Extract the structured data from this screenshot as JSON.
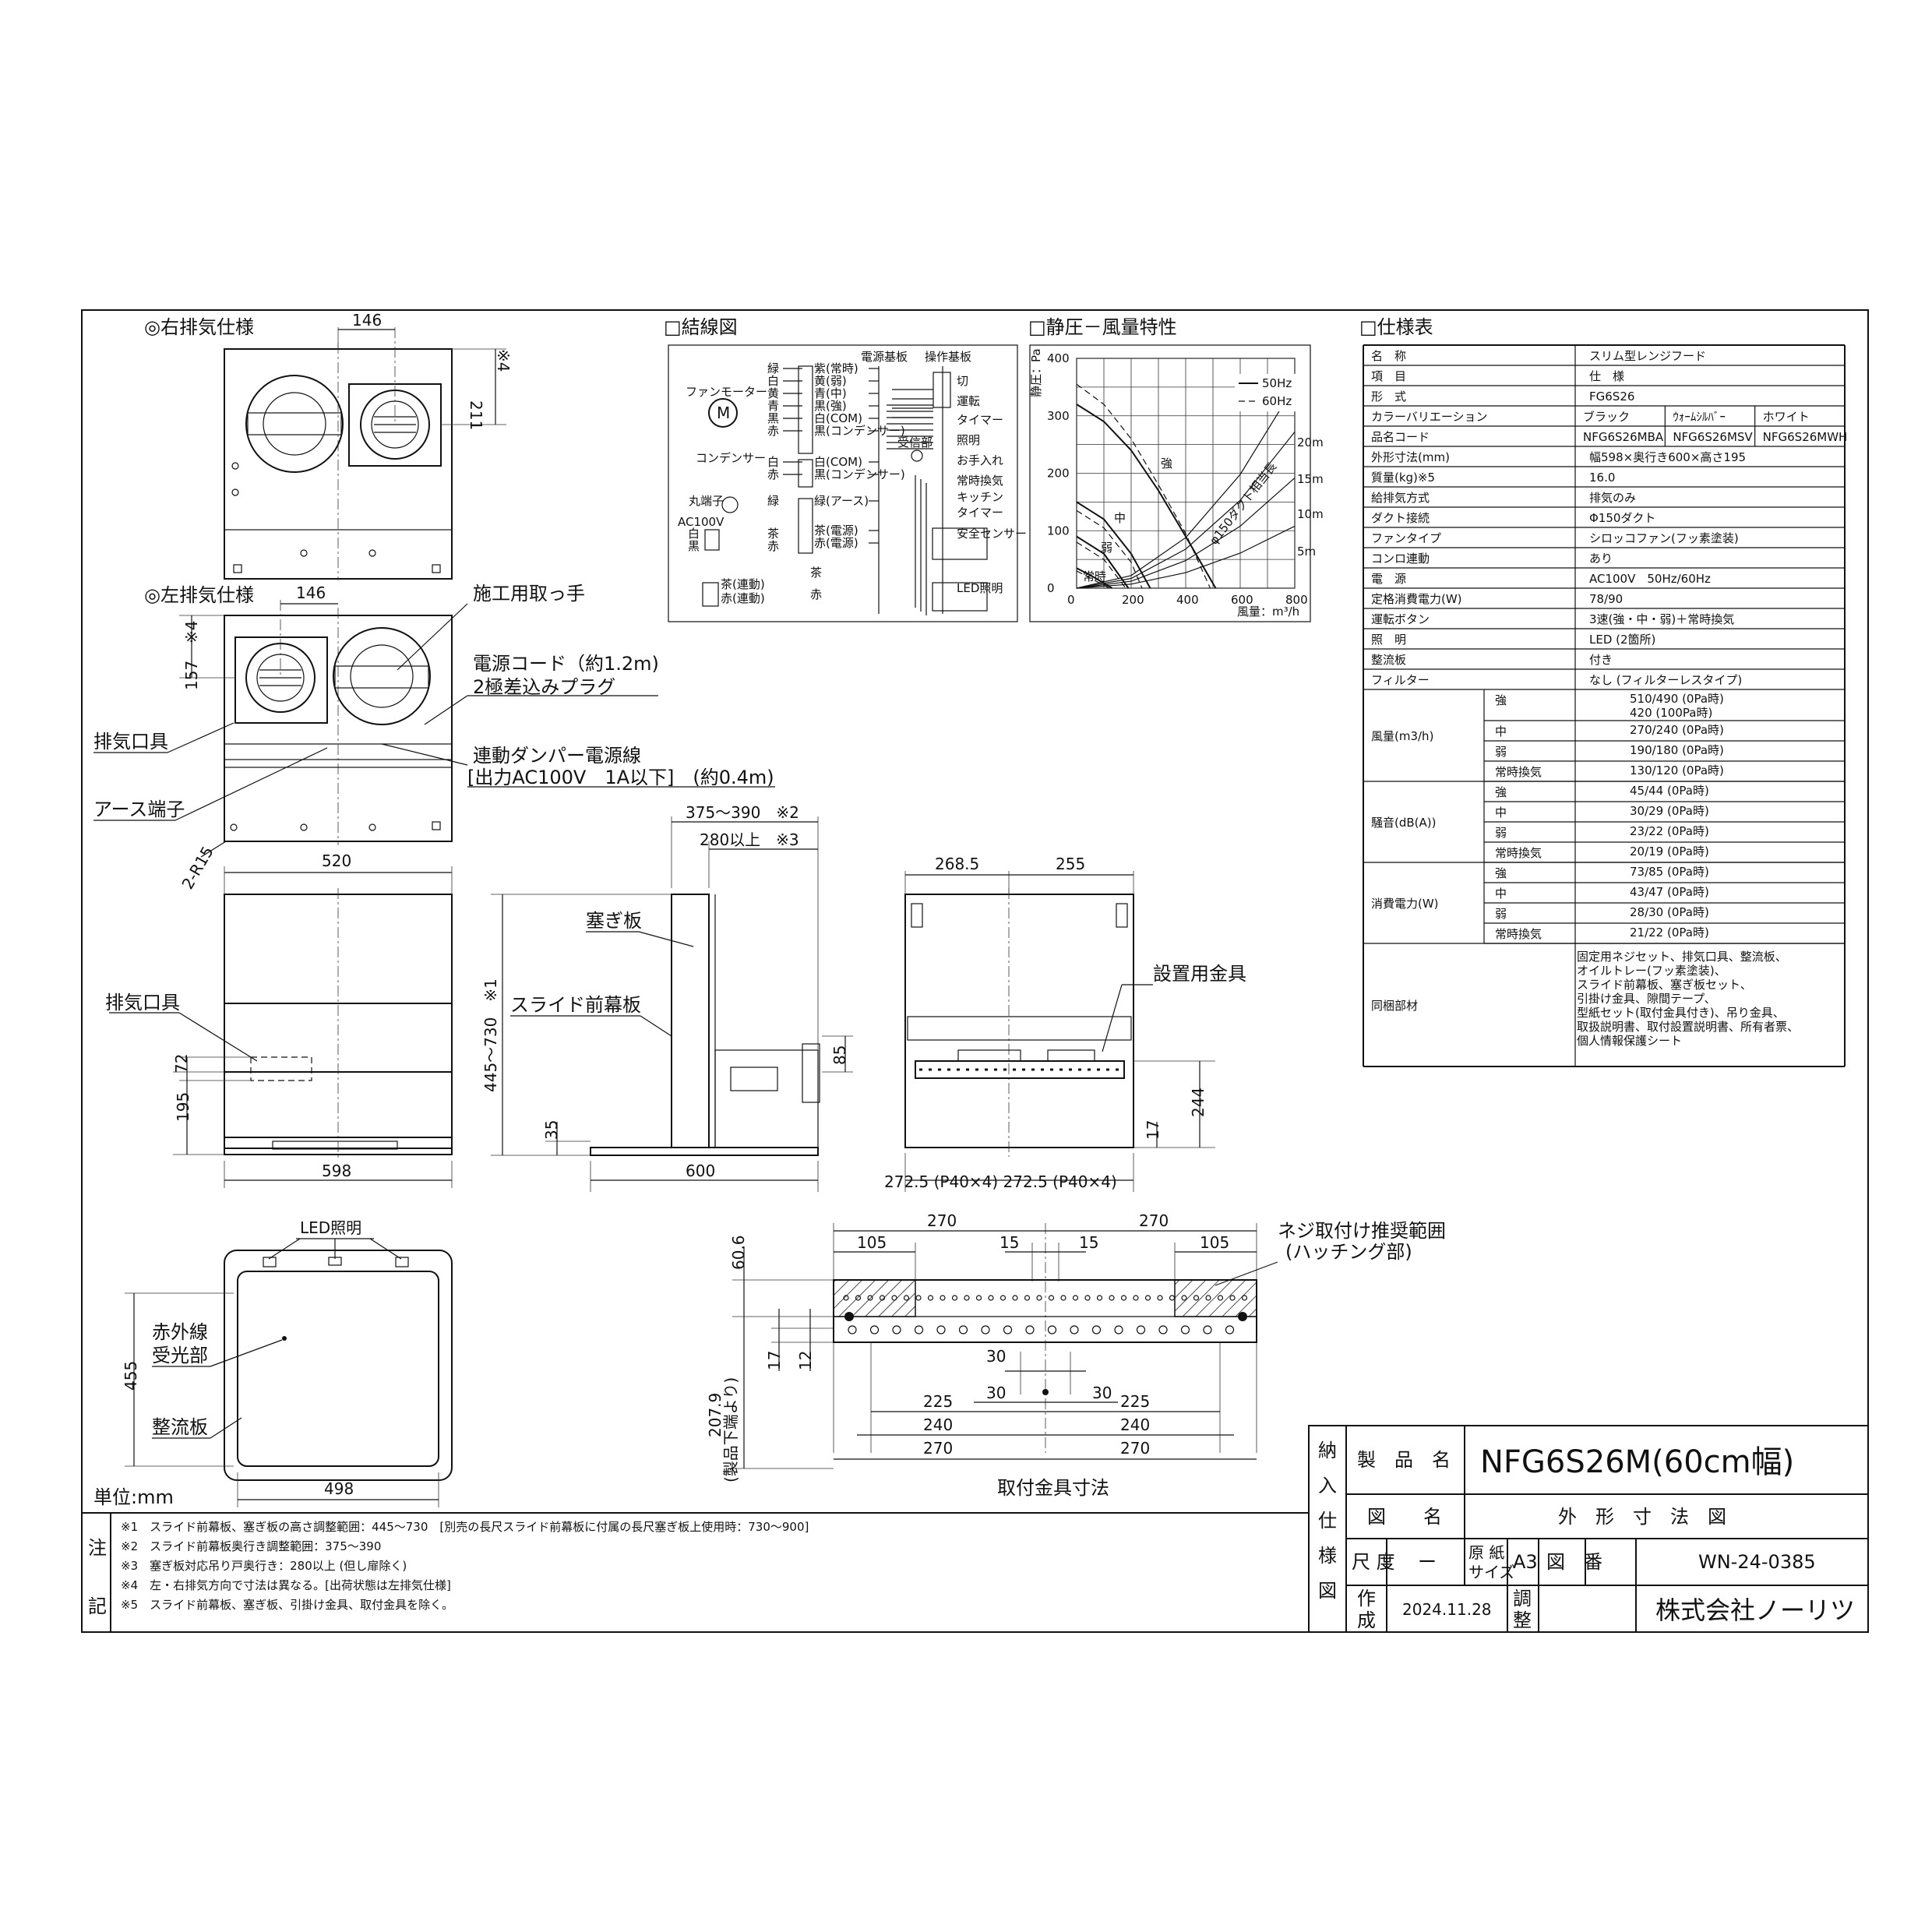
{
  "section_titles": {
    "right_exhaust": "◎右排気仕様",
    "left_exhaust": "◎左排気仕様",
    "wiring": "□結線図",
    "pressure_chart": "□静圧－風量特性",
    "spec_table": "□仕様表"
  },
  "top_views": {
    "right": {
      "dim_146": "146",
      "dim_211": "211",
      "note_4": "※4"
    },
    "left": {
      "dim_146": "146",
      "dim_157": "157",
      "note_4": "※4"
    }
  },
  "callouts": {
    "handle": "施工用取っ手",
    "cord_1": "電源コード（約1.2m)",
    "cord_2": "2極差込みプラグ",
    "exhaust_port": "排気口具",
    "damper_1": "連動ダンパー電源線",
    "damper_2": "[出力AC100V　1A以下]　(約0.4m)",
    "earth": "アース端子",
    "radius": "2-R15"
  },
  "front_view": {
    "dim_520": "520",
    "exhaust_port": "排気口具",
    "dim_72": "72",
    "dim_195": "195",
    "dim_598": "598"
  },
  "side_view": {
    "dim_375_390": "375～390　※2",
    "dim_280": "280以上　※3",
    "blanking_plate": "塞ぎ板",
    "slide_panel": "スライド前幕板",
    "dim_445_730": "445～730　※1",
    "dim_85": "85",
    "dim_35": "35",
    "dim_600": "600"
  },
  "back_view": {
    "dim_268_5": "268.5",
    "dim_255": "255",
    "bracket": "設置用金具",
    "dim_17": "17",
    "dim_244": "244",
    "dim_bottom": "272.5 (P40×4) 272.5 (P40×4)"
  },
  "bottom_view": {
    "led": "LED照明",
    "ir_1": "赤外線",
    "ir_2": "受光部",
    "rectifier": "整流板",
    "dim_455": "455",
    "dim_498": "498",
    "unit": "単位:mm"
  },
  "bracket_view": {
    "dim_270a": "270",
    "dim_270b": "270",
    "dim_105a": "105",
    "dim_105b": "105",
    "dim_15a": "15",
    "dim_15b": "15",
    "screw_range_1": "ネジ取付け推奨範囲",
    "screw_range_2": "(ハッチング部)",
    "dim_60_6": "60.6",
    "dim_17": "17",
    "dim_12": "12",
    "dim_207_9": "207.9",
    "dim_207_9_note": "(製品下端より)",
    "dim_30a": "30",
    "dim_30b": "30",
    "dim_30c": "30",
    "dim_225a": "225",
    "dim_225b": "225",
    "dim_240a": "240",
    "dim_240b": "240",
    "dim_270c": "270",
    "dim_270d": "270",
    "caption": "取付金具寸法"
  },
  "wiring": {
    "power_board": "電源基板",
    "control_board": "操作基板",
    "fan_motor": "ファンモーター",
    "motor": "M",
    "capacitor": "コンデンサー",
    "terminal": "丸端子",
    "ac100v": "AC100V",
    "receiver": "受信部",
    "left_wire_colors": [
      "緑",
      "白",
      "黄",
      "青",
      "黒",
      "赤"
    ],
    "cap_wire_colors": [
      "白",
      "赤"
    ],
    "term_wire_color": "緑",
    "ac_left": [
      "白",
      "黒"
    ],
    "ac_right": [
      "茶",
      "赤"
    ],
    "interlock_left": [
      "茶(連動)",
      "赤(連動)"
    ],
    "interlock_right": [
      "茶",
      "赤"
    ],
    "pin_labels": [
      "紫(常時)",
      "黄(弱)",
      "青(中)",
      "黒(強)",
      "白(COM)",
      "黒(コンデンサー)",
      "白(COM)",
      "黒(コンデンサー)",
      "緑(アース)",
      "茶(電源)",
      "赤(電源)"
    ],
    "switch_labels": [
      "切",
      "運転",
      "タイマー",
      "照明",
      "お手入れ",
      "常時換気",
      "キッチン",
      "タイマー",
      "安全センサー",
      "LED照明"
    ]
  },
  "chart_data": {
    "type": "line",
    "title": "",
    "xlabel": "風量：m³/h",
    "ylabel": "静圧：Pa",
    "xlim": [
      0,
      800
    ],
    "ylim": [
      0,
      400
    ],
    "x_ticks": [
      "0",
      "200",
      "400",
      "600",
      "800"
    ],
    "y_ticks": [
      "0",
      "100",
      "200",
      "300",
      "400"
    ],
    "legend": [
      "50Hz",
      "60Hz"
    ],
    "curve_labels": [
      "強",
      "中",
      "弱",
      "常時"
    ],
    "duct_labels": [
      "20m",
      "15m",
      "10m",
      "5m"
    ],
    "duct_note": "φ150ダクト相当長",
    "series": [
      {
        "name": "50Hz",
        "speed": "強",
        "x": [
          0,
          100,
          200,
          300,
          400,
          510
        ],
        "y": [
          320,
          290,
          240,
          170,
          90,
          0
        ]
      },
      {
        "name": "60Hz",
        "speed": "強",
        "x": [
          0,
          100,
          200,
          300,
          400,
          490
        ],
        "y": [
          355,
          320,
          260,
          180,
          95,
          0
        ]
      },
      {
        "name": "50Hz",
        "speed": "中",
        "x": [
          0,
          100,
          200,
          270
        ],
        "y": [
          150,
          120,
          60,
          0
        ]
      },
      {
        "name": "60Hz",
        "speed": "中",
        "x": [
          0,
          100,
          200,
          240
        ],
        "y": [
          135,
          105,
          45,
          0
        ]
      },
      {
        "name": "50Hz",
        "speed": "弱",
        "x": [
          0,
          100,
          190
        ],
        "y": [
          90,
          60,
          0
        ]
      },
      {
        "name": "60Hz",
        "speed": "弱",
        "x": [
          0,
          100,
          180
        ],
        "y": [
          80,
          50,
          0
        ]
      },
      {
        "name": "50Hz",
        "speed": "常時",
        "x": [
          0,
          60,
          130
        ],
        "y": [
          35,
          20,
          0
        ]
      },
      {
        "name": "60Hz",
        "speed": "常時",
        "x": [
          0,
          60,
          120
        ],
        "y": [
          30,
          15,
          0
        ]
      },
      {
        "name": "",
        "speed": "20m",
        "x": [
          0,
          200,
          400,
          600,
          800
        ],
        "y": [
          0,
          22,
          88,
          198,
          352
        ]
      },
      {
        "name": "",
        "speed": "15m",
        "x": [
          0,
          200,
          400,
          600,
          800
        ],
        "y": [
          0,
          17,
          68,
          153,
          272
        ]
      },
      {
        "name": "",
        "speed": "10m",
        "x": [
          0,
          200,
          400,
          600,
          800
        ],
        "y": [
          0,
          12,
          48,
          108,
          192
        ]
      },
      {
        "name": "",
        "speed": "5m",
        "x": [
          0,
          200,
          400,
          600,
          800
        ],
        "y": [
          0,
          7,
          27,
          61,
          108
        ]
      }
    ]
  },
  "spec_rows": [
    {
      "label": "名　称",
      "value": "スリム型レンジフード"
    },
    {
      "label": "項　目",
      "value": "仕　様"
    },
    {
      "label": "形　式",
      "value": "FG6S26"
    },
    {
      "label": "カラーバリエーション",
      "values": [
        "ブラック",
        "ｳｫｰﾑｼﾙﾊﾞｰ",
        "ホワイト"
      ]
    },
    {
      "label": "品名コード",
      "values": [
        "NFG6S26MBA",
        "NFG6S26MSV",
        "NFG6S26MWH"
      ]
    },
    {
      "label": "外形寸法(mm)",
      "value": "幅598×奥行き600×高さ195"
    },
    {
      "label": "質量(kg)※5",
      "value": "16.0"
    },
    {
      "label": "給排気方式",
      "value": "排気のみ"
    },
    {
      "label": "ダクト接続",
      "value": "Φ150ダクト"
    },
    {
      "label": "ファンタイプ",
      "value": "シロッコファン(フッ素塗装)"
    },
    {
      "label": "コンロ連動",
      "value": "あり"
    },
    {
      "label": "電　源",
      "value": "AC100V　50Hz/60Hz"
    },
    {
      "label": "定格消費電力(W)",
      "value": "78/90"
    },
    {
      "label": "運転ボタン",
      "value": "3速(強・中・弱)＋常時換気"
    },
    {
      "label": "照　明",
      "value": "LED (2箇所)"
    },
    {
      "label": "整流板",
      "value": "付き"
    },
    {
      "label": "フィルター",
      "value": "なし (フィルターレスタイプ)"
    }
  ],
  "spec_groups": [
    {
      "label": "風量(m3/h)",
      "rows": [
        {
          "sub": "強",
          "value": "510/490 (0Pa時)",
          "value2": "420 (100Pa時)"
        },
        {
          "sub": "中",
          "value": "270/240 (0Pa時)"
        },
        {
          "sub": "弱",
          "value": "190/180 (0Pa時)"
        },
        {
          "sub": "常時換気",
          "value": "130/120 (0Pa時)"
        }
      ]
    },
    {
      "label": "騒音(dB(A))",
      "rows": [
        {
          "sub": "強",
          "value": "45/44 (0Pa時)"
        },
        {
          "sub": "中",
          "value": "30/29 (0Pa時)"
        },
        {
          "sub": "弱",
          "value": "23/22 (0Pa時)"
        },
        {
          "sub": "常時換気",
          "value": "20/19 (0Pa時)"
        }
      ]
    },
    {
      "label": "消費電力(W)",
      "rows": [
        {
          "sub": "強",
          "value": "73/85 (0Pa時)"
        },
        {
          "sub": "中",
          "value": "43/47 (0Pa時)"
        },
        {
          "sub": "弱",
          "value": "28/30 (0Pa時)"
        },
        {
          "sub": "常時換気",
          "value": "21/22 (0Pa時)"
        }
      ]
    }
  ],
  "accessories": {
    "label": "同梱部材",
    "lines": [
      "固定用ネジセット、排気口具、整流板、",
      "オイルトレー(フッ素塗装)、",
      "スライド前幕板、塞ぎ板セット、",
      "引掛け金具、隙間テープ、",
      "型紙セット(取付金具付き)、吊り金具、",
      "取扱説明書、取付設置説明書、所有者票、",
      "個人情報保護シート"
    ]
  },
  "notes": {
    "heading": [
      "注",
      "記"
    ],
    "lines": [
      "※1　スライド前幕板、塞ぎ板の高さ調整範囲：445～730　[別売の長尺スライド前幕板に付属の長尺塞ぎ板上使用時：730～900]",
      "※2　スライド前幕板奥行き調整範囲：375～390",
      "※3　塞ぎ板対応吊り戸奥行き：280以上 (但し扉除く)",
      "※4　左・右排気方向で寸法は異なる。[出荷状態は左排気仕様]",
      "※5　スライド前幕板、塞ぎ板、引掛け金具、取付金具を除く。"
    ]
  },
  "title_block": {
    "side_label": [
      "納",
      "入",
      "仕",
      "様",
      "図"
    ],
    "product_name_label": "製　品　名",
    "product_name": "NFG6S26M(60cm幅)",
    "drawing_name_label": "図　　名",
    "drawing_name": "外　形　寸　法　図",
    "scale_label": "尺 度",
    "scale_value": "ー",
    "paper_label_1": "原 紙",
    "paper_label_2": "サイズ",
    "paper_value": "A3",
    "drawing_no_label": "図　番",
    "drawing_no": "WN-24-0385",
    "created_label_1": "作",
    "created_label_2": "成",
    "created_date": "2024.11.28",
    "checked_label_1": "調",
    "checked_label_2": "整",
    "company": "株式会社ノーリツ"
  }
}
